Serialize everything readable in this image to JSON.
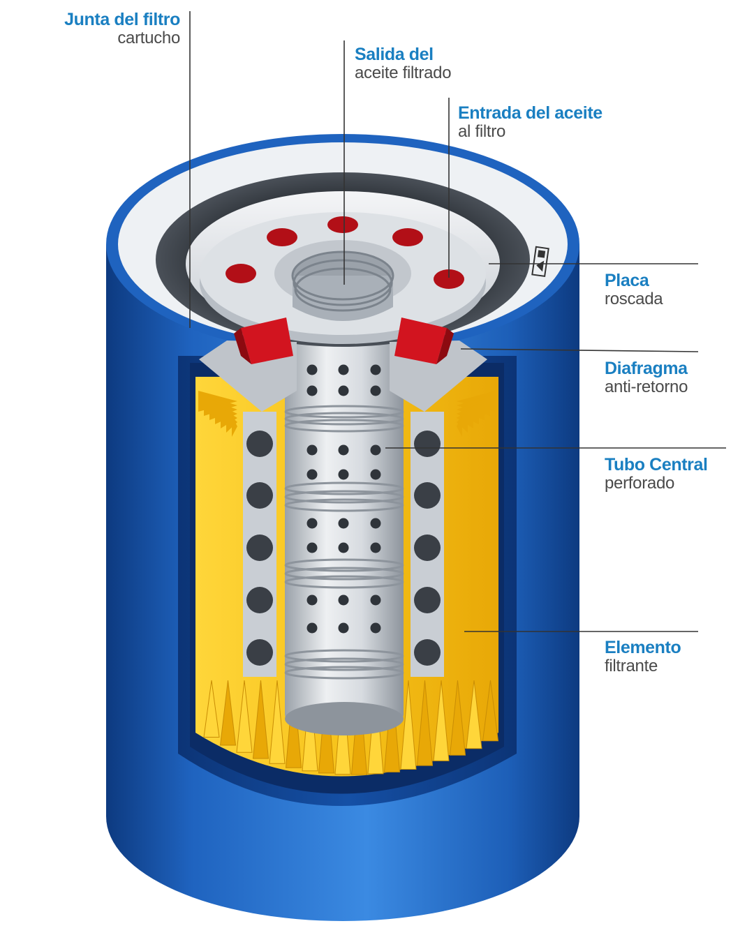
{
  "colors": {
    "title": "#1a7fc1",
    "subtitle": "#4a4a4a",
    "leader": "#333333",
    "housing_dark": "#0f3f86",
    "housing_mid": "#1f63bf",
    "housing_light": "#3a87df",
    "media": "#f6c21a",
    "media_shadow": "#e6a106",
    "metal_light": "#eef0f2",
    "metal_mid": "#c9ced4",
    "metal_dark": "#8d949c",
    "gasket": "#3a3f46",
    "valve": "#d2141f"
  },
  "labels": {
    "junta": {
      "title": "Junta del filtro",
      "subtitle": "cartucho"
    },
    "salida": {
      "title": "Salida del",
      "subtitle": "aceite filtrado"
    },
    "entrada": {
      "title": "Entrada del aceite",
      "subtitle": "al filtro"
    },
    "placa": {
      "title": "Placa",
      "subtitle": "roscada"
    },
    "diafragma": {
      "title": "Diafragma",
      "subtitle": "anti-retorno"
    },
    "tubo": {
      "title": "Tubo Central",
      "subtitle": "perforado"
    },
    "elemento": {
      "title": "Elemento",
      "subtitle": "filtrante"
    }
  },
  "icons": {
    "brand_mark": "brand-logo-icon"
  }
}
